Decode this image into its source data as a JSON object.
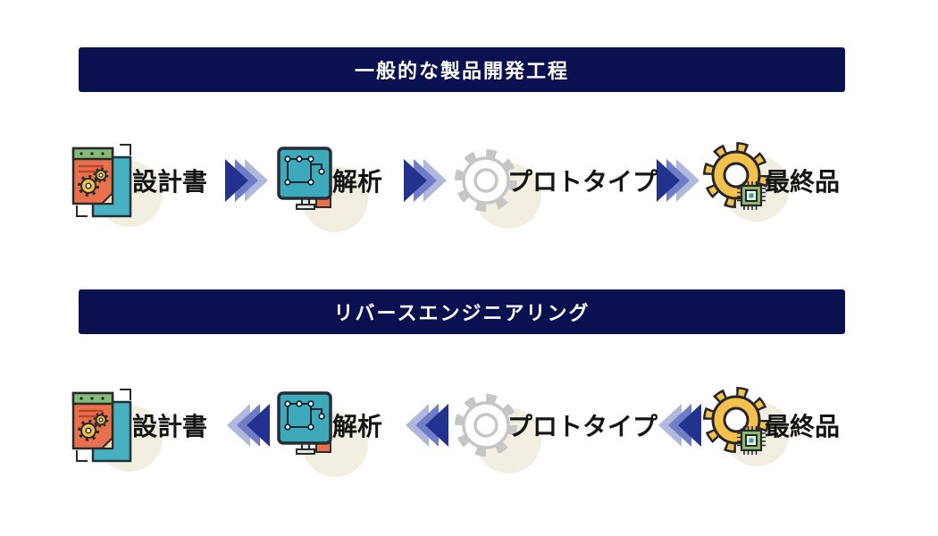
{
  "banners": {
    "process": "一般的な製品開発工程",
    "reverse": "リバースエンジニアリング"
  },
  "rows": [
    {
      "id": "forward",
      "arrow_direction": "right",
      "steps": [
        {
          "label": "設計書",
          "icon": "design-document-icon"
        },
        {
          "label": "解析",
          "icon": "cad-monitor-icon"
        },
        {
          "label": "プロトタイプ",
          "icon": "prototype-gear-icon"
        },
        {
          "label": "最終品",
          "icon": "final-product-gear-chip-icon"
        }
      ]
    },
    {
      "id": "reverse",
      "arrow_direction": "left",
      "steps": [
        {
          "label": "設計書",
          "icon": "design-document-icon"
        },
        {
          "label": "解析",
          "icon": "cad-monitor-icon"
        },
        {
          "label": "プロトタイプ",
          "icon": "prototype-gear-icon"
        },
        {
          "label": "最終品",
          "icon": "final-product-gear-chip-icon"
        }
      ]
    }
  ],
  "colors": {
    "banner_navy": "#0b1150",
    "arrow_front": "#23318f",
    "arrow_mid": "#6f7dc6",
    "arrow_back": "#b0b8dc",
    "halo_cream": "#f2efe2",
    "doc_orange": "#e8704d",
    "doc_green_header": "#83bb79",
    "sheet_teal": "#47b1c1",
    "monitor_teal": "#3fa9bc",
    "gear_yellow": "#f2c24c",
    "prototype_gray": "#c6c6c6",
    "chip_green": "#8cbf6e",
    "label_text": "#141414",
    "banner_text": "#ffffff"
  }
}
